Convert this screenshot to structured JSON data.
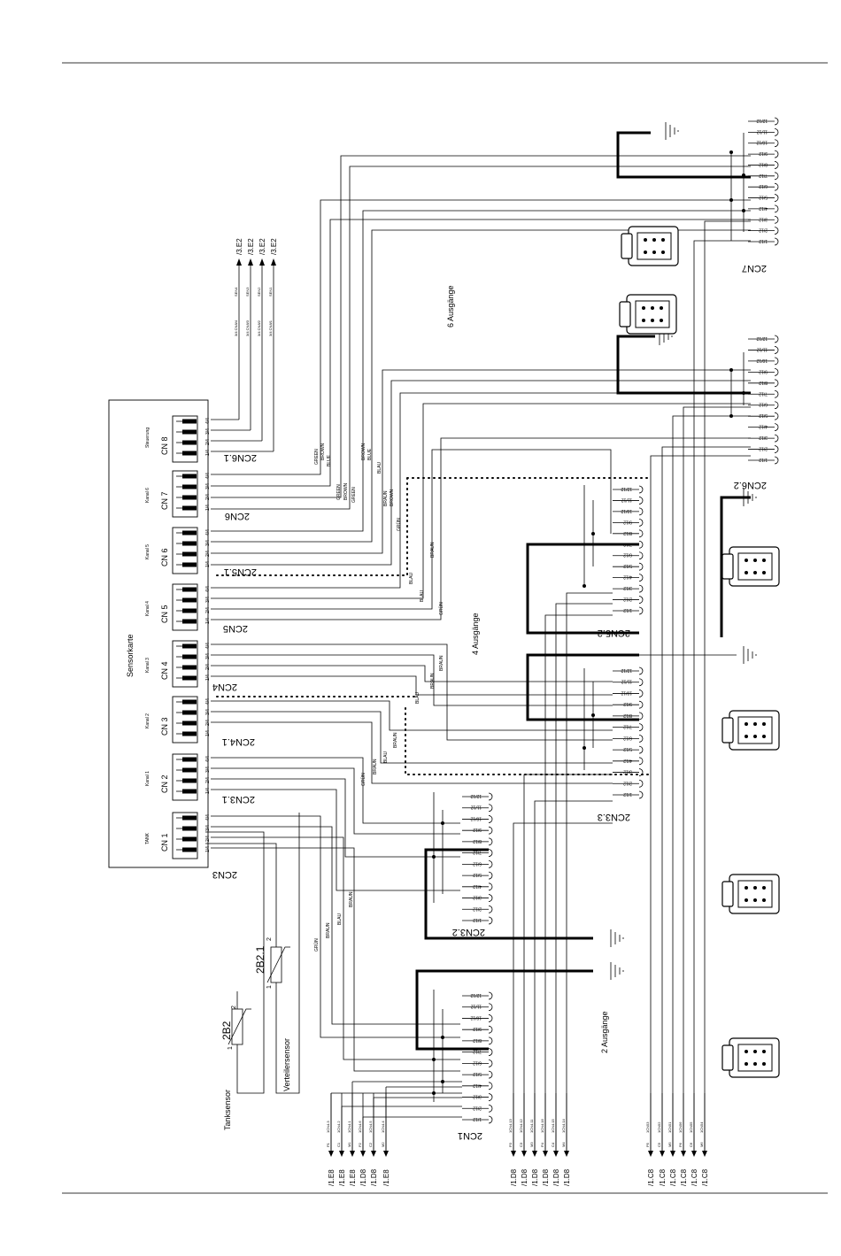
{
  "sensor_card": {
    "title": "Sensorkarte",
    "channels": [
      {
        "id": "CN 1",
        "label": "TANK"
      },
      {
        "id": "CN 2",
        "label": "Kanal 1"
      },
      {
        "id": "CN 3",
        "label": "Kanal 2"
      },
      {
        "id": "CN 4",
        "label": "Kanal 3"
      },
      {
        "id": "CN 5",
        "label": "Kanal 4"
      },
      {
        "id": "CN 6",
        "label": "Kanal 5"
      },
      {
        "id": "CN 7",
        "label": "Kanal 6"
      },
      {
        "id": "CN 8",
        "label": "Steuerung"
      }
    ],
    "pins": [
      "1/4",
      "2/4",
      "3/4",
      "4/4"
    ]
  },
  "harness_labels": [
    "2CN3",
    "2CN3.1",
    "2CN4",
    "2CN4.1",
    "2CN5",
    "2CN5.1",
    "2CN6",
    "2CN6.1"
  ],
  "connectors": {
    "cn1": "2CN1",
    "cn32": "2CN3.2",
    "cn33": "2CN3.3",
    "cn52": "2CN5.2",
    "cn62": "2CN6.2",
    "cn7": "2CN7",
    "pins12": [
      "1/12",
      "2/12",
      "3/12",
      "4/12",
      "5/12",
      "6/12",
      "7/12",
      "8/12",
      "9/12",
      "10/12",
      "11/12",
      "12/12"
    ]
  },
  "outputs": {
    "six": "6 Ausgänge",
    "four": "4 Ausgänge",
    "two": "2 Ausgänge"
  },
  "sensors": {
    "tank_name": "2B2",
    "tank_caption": "Tanksensor",
    "distributor_name": "2B2.1",
    "distributor_caption": "Verteilersensor",
    "pin1": "1",
    "pin2": "2"
  },
  "wire_colors": [
    "GRÜN",
    "BRAUN",
    "BLAU",
    "BROWN",
    "BLUE",
    "GREEN"
  ],
  "references": {
    "top": [
      {
        "wire": "3/4 CN8/4",
        "signal": "SEN4",
        "ref": "/3.E2"
      },
      {
        "wire": "3/4 CN8/3",
        "signal": "SEN3",
        "ref": "/3.E2"
      },
      {
        "wire": "3/4 CN8/2",
        "signal": "SEN2",
        "ref": "/3.E2"
      },
      {
        "wire": "3/4 CN8/1",
        "signal": "SEN1",
        "ref": "/3.E2"
      }
    ],
    "group1": [
      {
        "term": "P1",
        "wire": "1CN4.3",
        "ref": "/1.E8"
      },
      {
        "term": "C1",
        "wire": "1CN4.2",
        "ref": "/1.E8"
      },
      {
        "term": "M1",
        "wire": "1CN4.1",
        "ref": "/1.E8"
      },
      {
        "term": "P2",
        "wire": "1CN4.6",
        "ref": "/1.D8"
      },
      {
        "term": "C2",
        "wire": "1CN4.5",
        "ref": "/1.D8"
      },
      {
        "term": "M2",
        "wire": "1CN4.4",
        "ref": "/1.E8"
      }
    ],
    "group2": [
      {
        "term": "P3",
        "wire": "1CN4.13",
        "ref": "/1.D8"
      },
      {
        "term": "C3",
        "wire": "1CN4.12",
        "ref": "/1.D8"
      },
      {
        "term": "M3",
        "wire": "1CN4.11",
        "ref": "/1.D8"
      },
      {
        "term": "P4",
        "wire": "1CN4.16",
        "ref": "/1.D8"
      },
      {
        "term": "C4",
        "wire": "1CN4.15",
        "ref": "/1.D8"
      },
      {
        "term": "M4",
        "wire": "1CN4.14",
        "ref": "/1.D8"
      }
    ],
    "group3": [
      {
        "term": "P5",
        "wire": "1CN53",
        "ref": "/1.C8"
      },
      {
        "term": "C5",
        "wire": "1CN52",
        "ref": "/1.C8"
      },
      {
        "term": "M5",
        "wire": "1CN51",
        "ref": "/1.C8"
      },
      {
        "term": "P6",
        "wire": "1CN56",
        "ref": "/1.C8"
      },
      {
        "term": "C6",
        "wire": "1CN55",
        "ref": "/1.C8"
      },
      {
        "term": "M6",
        "wire": "1CN54",
        "ref": "/1.C8"
      }
    ]
  }
}
